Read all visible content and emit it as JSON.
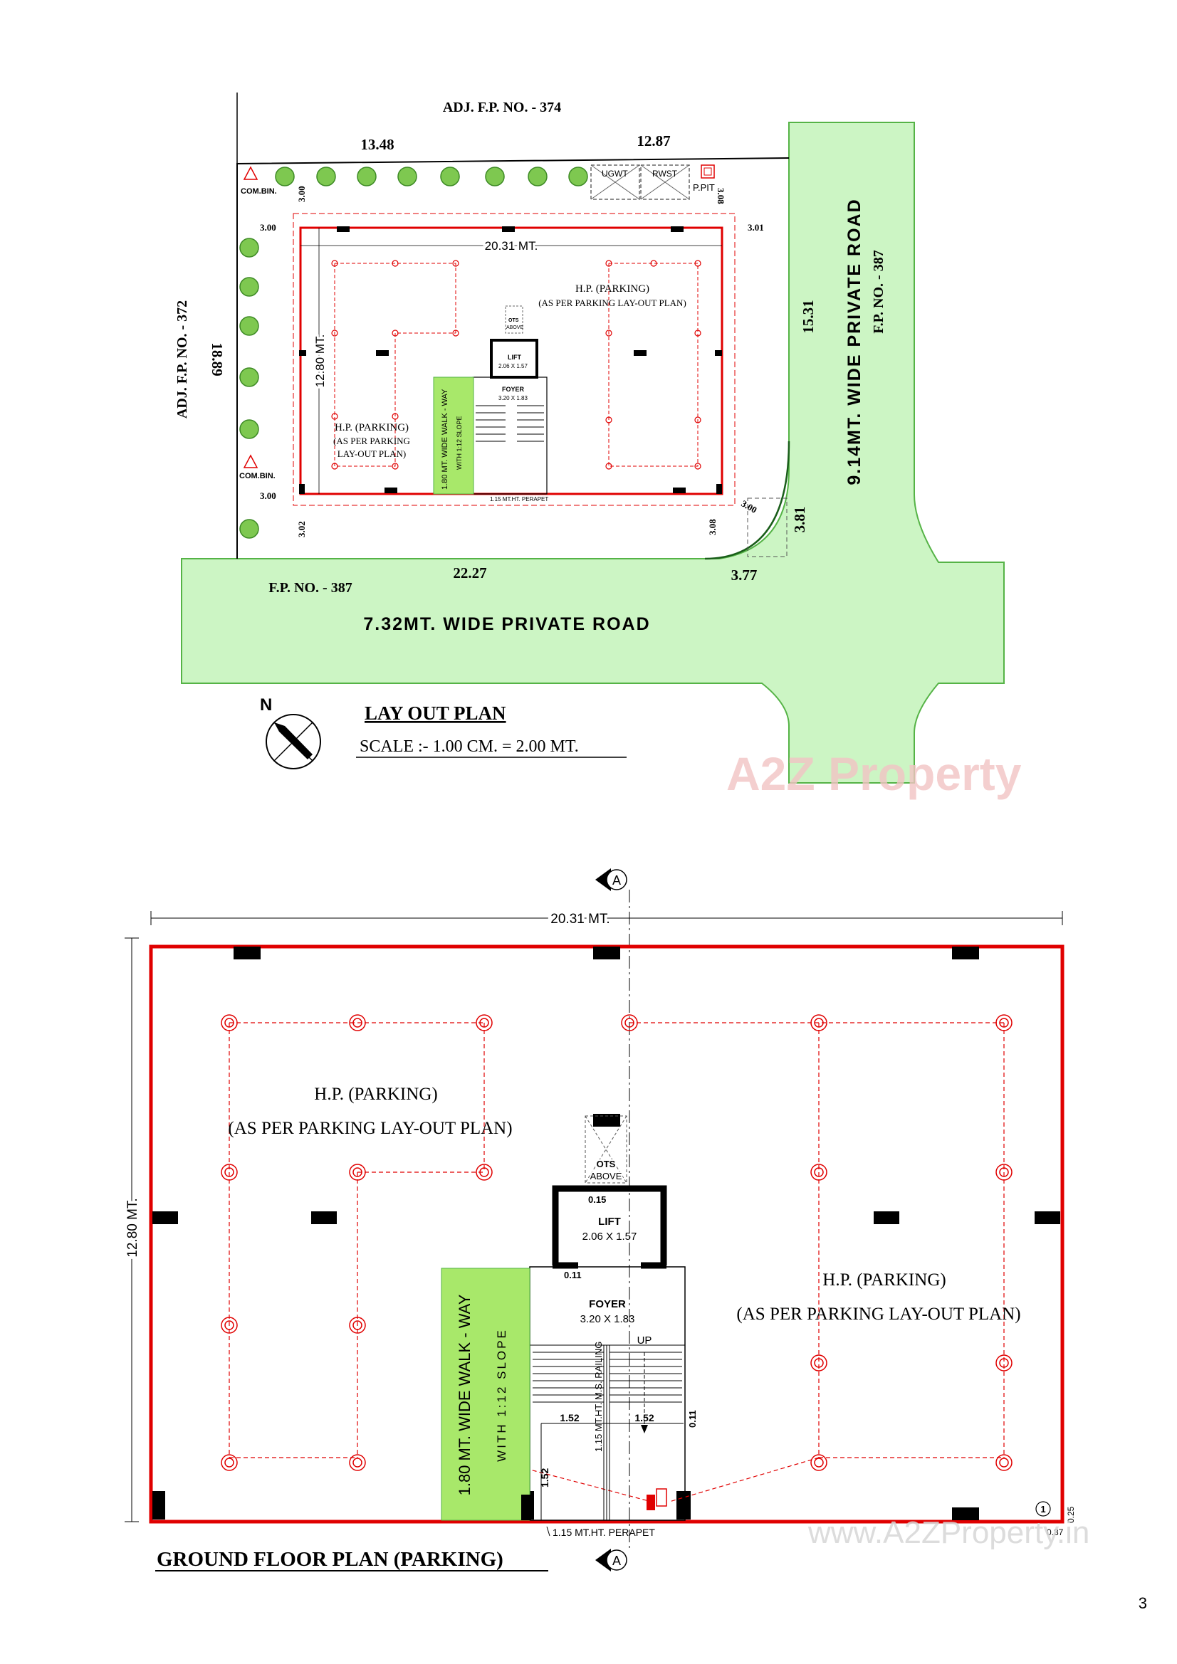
{
  "layout_plan": {
    "title": "LAY OUT  PLAN",
    "scale": "SCALE :- 1.00 CM. = 2.00 MT.",
    "north": "N",
    "adj_north": "ADJ. F.P. NO. - 374",
    "adj_west": "ADJ. F.P. NO. - 372",
    "fp_south": "F.P. NO. - 387",
    "fp_east": "F.P. NO. - 387",
    "road_south": "7.32MT. WIDE  PRIVATE ROAD",
    "road_east": "9.14MT. WIDE  PRIVATE ROAD",
    "dims": {
      "top_left": "13.48",
      "top_right": "12.87",
      "west": "18.89",
      "east": "15.31",
      "south": "22.27",
      "south_corner": "3.77",
      "corner_vertical": "3.81",
      "width": "20.31 MT.",
      "depth": "12.80 MT.",
      "m300a": "3.00",
      "m300b": "3.00",
      "m300c": "3.00",
      "m300d": "3.00",
      "m301": "3.01",
      "m302": "3.02",
      "m308a": "3.08",
      "m308b": "3.08"
    },
    "labels": {
      "combin1": "COM.BIN.",
      "combin2": "COM.BIN.",
      "ugwt": "UGWT",
      "rwst": "RWST",
      "ppit": "P.PIT",
      "hp1": "H.P. (PARKING)",
      "hp1b": "(AS PER PARKING LAY-OUT PLAN)",
      "hp2": "H.P. (PARKING)",
      "hp2b": "(AS PER PARKING",
      "hp2c": "LAY-OUT PLAN)",
      "walkway": "1.80 MT. WIDE WALK - WAY",
      "slope": "WITH 1:12 SLOPE",
      "lift": "LIFT",
      "lift_dim": "2.06 X 1.57",
      "foyer": "FOYER",
      "foyer_dim": "3.20 X 1.83",
      "ots": "OTS",
      "above": "ABOVE",
      "parapet": "1.15 MT.HT. PERAPET"
    }
  },
  "ground_floor": {
    "title": "GROUND FLOOR PLAN (PARKING)",
    "width": "20.31 MT.",
    "depth": "12.80 MT.",
    "section_mark": "A",
    "hp_left": "H.P. (PARKING)",
    "hp_left_sub": "(AS PER PARKING LAY-OUT PLAN)",
    "hp_right": "H.P. (PARKING)",
    "hp_right_sub": "(AS PER PARKING LAY-OUT PLAN)",
    "ots": "OTS",
    "above": "ABOVE",
    "d015": "0.15",
    "lift": "LIFT",
    "lift_dim": "2.06 X 1.57",
    "d011a": "0.11",
    "d011b": "0.11",
    "foyer": "FOYER",
    "foyer_dim": "3.20 X 1.83",
    "up": "UP",
    "walkway": "1.80 MT. WIDE WALK - WAY",
    "slope": "WITH     1:12 SLOPE",
    "railing": "1.15 MT.HT. M.S. RAILING",
    "d152a": "1.52",
    "d152b": "1.52",
    "d152c": "1.52",
    "parapet": "1.15 MT.HT. PERAPET",
    "detail_num": "1",
    "d025": "0.25",
    "d037": "0.37"
  },
  "watermark": {
    "logo": "A2Z Property",
    "url": "www.A2ZProperty.in"
  },
  "page_number": "3",
  "colors": {
    "road_green": "#ccf5c4",
    "road_edge": "#55b346",
    "boundary_red": "#e00000",
    "walkway_green": "#a8e86a"
  }
}
